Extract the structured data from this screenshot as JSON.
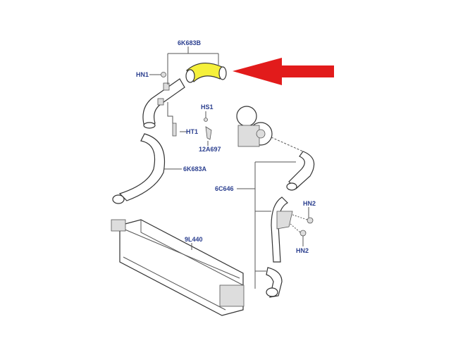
{
  "labels": {
    "hose_upper": "6K683B",
    "nut_hn1": "HN1",
    "screw_hs1": "HS1",
    "sensor_ht1": "HT1",
    "sensor_12a697": "12A697",
    "hose_lower": "6K683A",
    "pipe_6c646": "6C646",
    "nut_hn2_top": "HN2",
    "nut_hn2_bottom": "HN2",
    "intercooler": "9L440"
  },
  "colors": {
    "highlight": "#f5f03a",
    "arrow": "#e21b1b",
    "label": "#2b3f8f"
  }
}
